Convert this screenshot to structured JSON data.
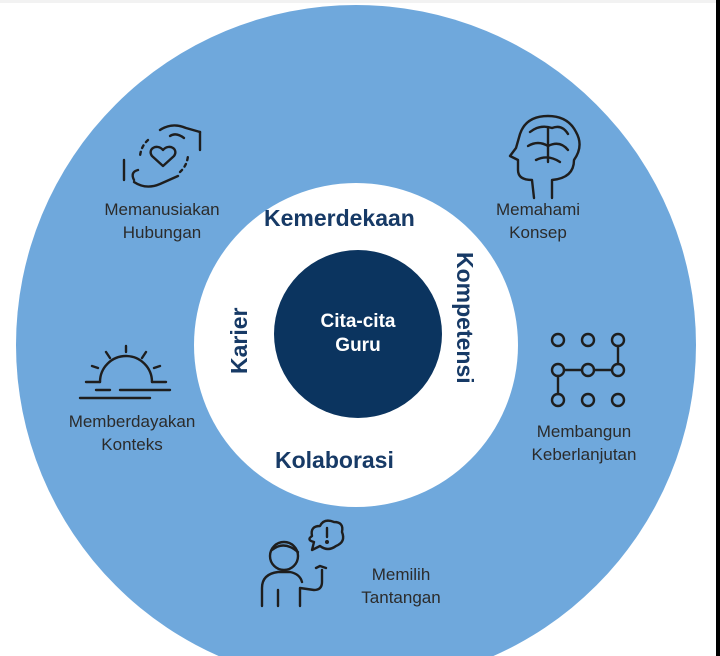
{
  "center": {
    "line1": "Cita-cita",
    "line2": "Guru"
  },
  "inner_ring": {
    "top": "Kemerdekaan",
    "right": "Kompetensi",
    "bottom": "Kolaborasi",
    "left": "Karier"
  },
  "outer_items": [
    {
      "line1": "Memanusiakan",
      "line2": "Hubungan",
      "icon": "hands-heart-icon"
    },
    {
      "line1": "Memahami",
      "line2": "Konsep",
      "icon": "brain-head-icon"
    },
    {
      "line1": "Membangun",
      "line2": "Keberlanjutan",
      "icon": "node-path-icon"
    },
    {
      "line1": "Memilih",
      "line2": "Tantangan",
      "icon": "person-question-icon"
    },
    {
      "line1": "Memberdayakan",
      "line2": "Konteks",
      "icon": "sunrise-icon"
    }
  ],
  "colors": {
    "outer_ring": "#6fa8dc",
    "center": "#0b345f",
    "keyword_text": "#173a66",
    "label_text": "#2b2b2b",
    "icon_stroke": "#1e1e1e"
  }
}
